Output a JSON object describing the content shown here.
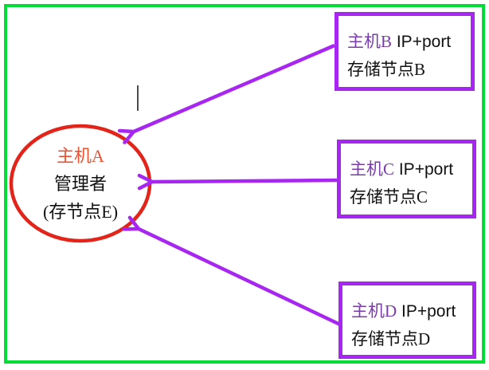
{
  "diagram": {
    "center_node": {
      "name": "主机A",
      "role": "管理者",
      "note": "(存节点E)"
    },
    "nodes": [
      {
        "id": "B",
        "name": "主机B",
        "detail": " IP+port",
        "line2": "存储节点B"
      },
      {
        "id": "C",
        "name": "主机C",
        "detail": " IP+port",
        "line2": "存储节点C"
      },
      {
        "id": "D",
        "name": "主机D",
        "detail": " IP+port",
        "line2": "存储节点D"
      }
    ],
    "colors": {
      "frame_green": "#00DE35",
      "ellipse_red": "#E3241B",
      "center_name_red": "#EB5232",
      "arrow_purple": "#A826F2",
      "node_name_purple": "#7A3BAD",
      "text_black": "#111111"
    }
  }
}
